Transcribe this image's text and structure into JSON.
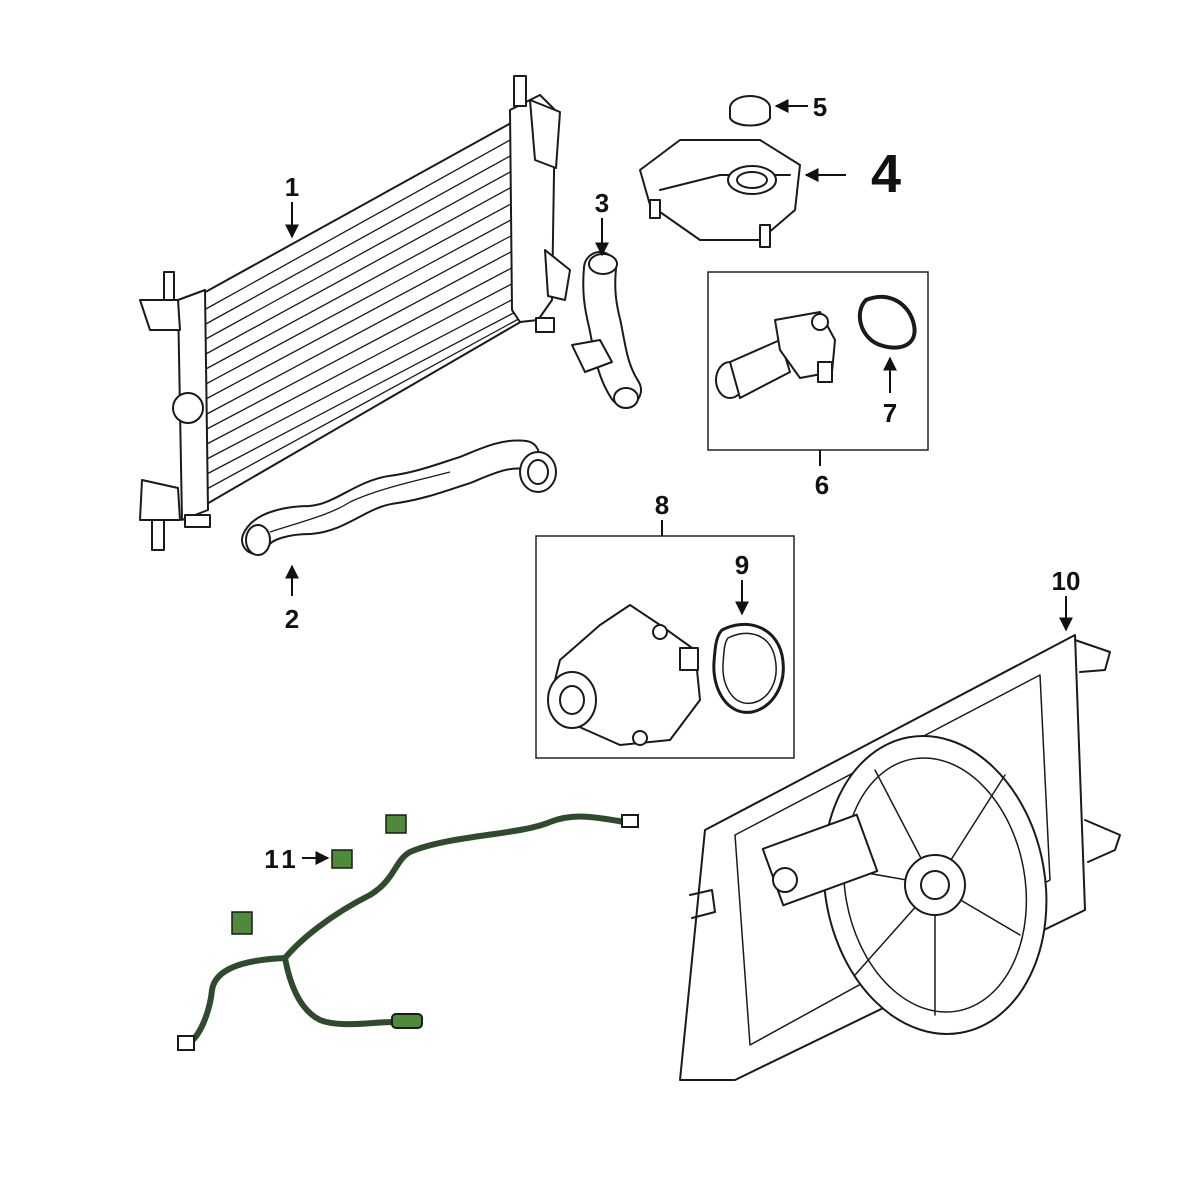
{
  "callouts": {
    "c1": "1",
    "c2": "2",
    "c3": "3",
    "c4": "4",
    "c5": "5",
    "c6": "6",
    "c7": "7",
    "c8": "8",
    "c9": "9",
    "c10": "10",
    "c11": "11"
  },
  "colors": {
    "line": "#1a1a1a",
    "harness": "#2f4a2c",
    "clip": "#4f8a3a"
  }
}
